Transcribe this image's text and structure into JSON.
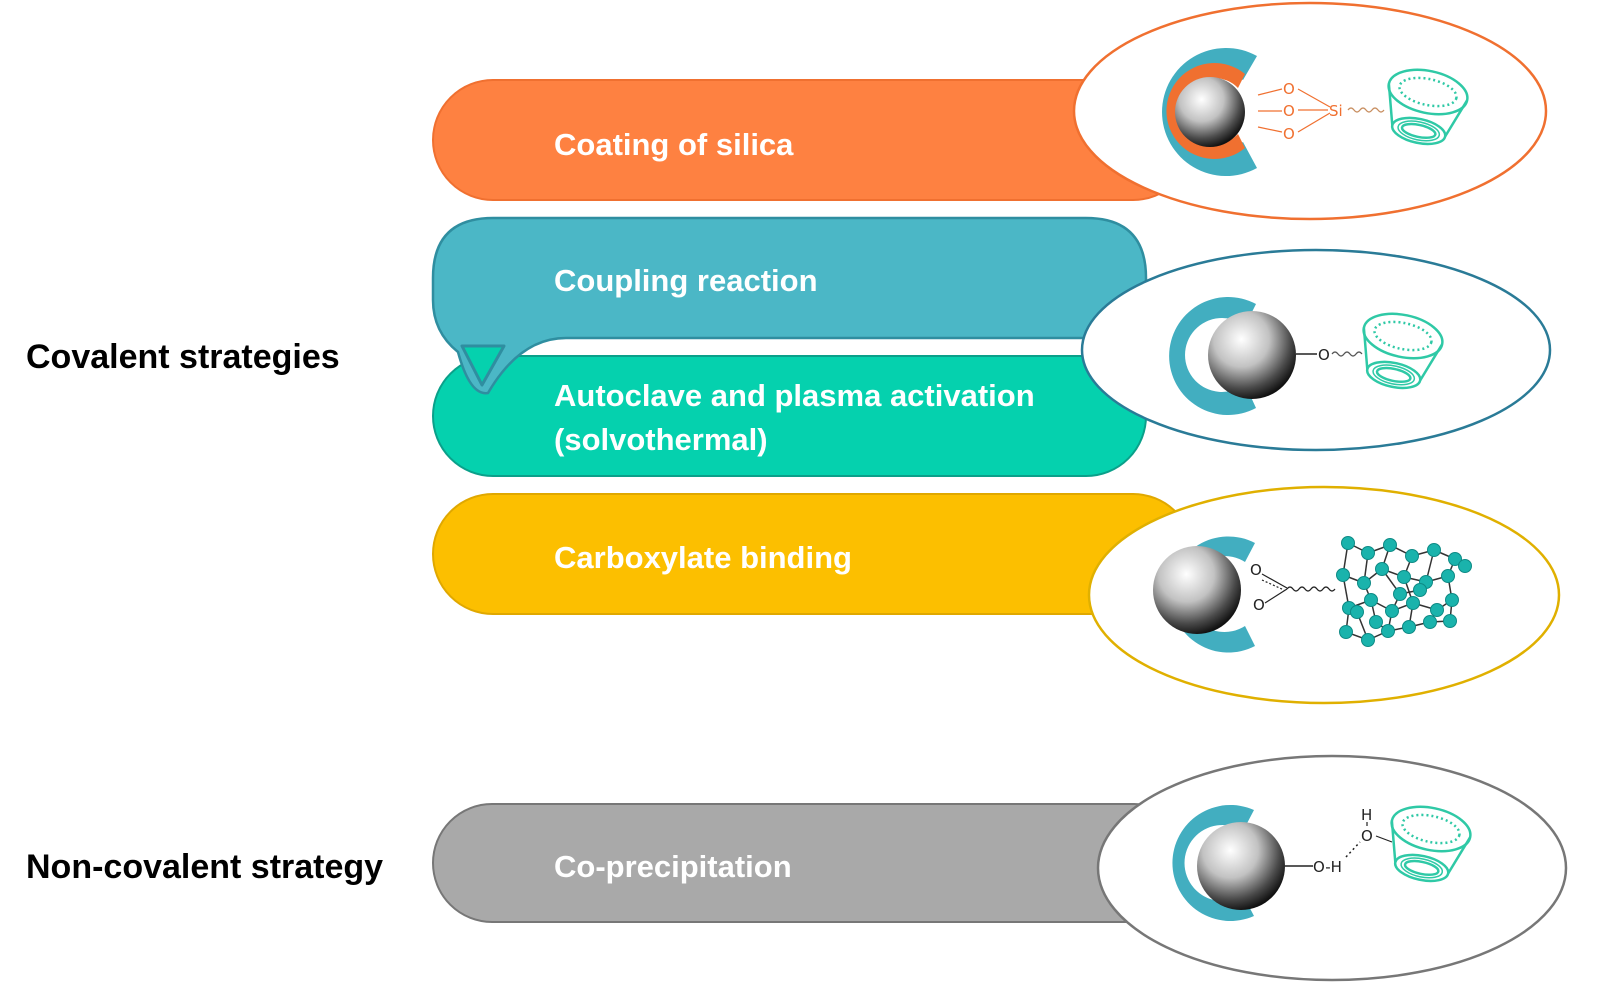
{
  "groups": {
    "covalent": "Covalent strategies",
    "noncovalent": "Non-covalent strategy"
  },
  "strategies": [
    {
      "label": "Coating of silica",
      "color": "#fe8141",
      "border": "#f07030"
    },
    {
      "label": "Coupling reaction",
      "color": "#4bb7c6",
      "border": "#2f8ea0"
    },
    {
      "label_line1": "Autoclave and plasma activation",
      "label_line2": "(solvothermal)",
      "color": "#05d1ae",
      "border": "#0aa08a"
    },
    {
      "label": "Carboxylate binding",
      "color": "#fcbf00",
      "border": "#e0a800"
    },
    {
      "label": "Co-precipitation",
      "color": "#a9a9a9",
      "border": "#777777"
    }
  ],
  "chemistry": {
    "silica": {
      "o1": "O",
      "o2": "O",
      "o3": "O",
      "si": "Si"
    },
    "coupling": {
      "o": "O"
    },
    "carboxylate": {
      "o1": "O",
      "o2": "O"
    },
    "coprecip": {
      "h_top": "H",
      "o_top": "O",
      "oh": "O-H"
    }
  },
  "colors": {
    "shell": "#42aec0",
    "silica_layer": "#f07030",
    "cyclodextrin": "#2fc9a6",
    "polymer": "#1ab3ac",
    "ellipse_orange": "#f07030",
    "ellipse_blue": "#2a7b97",
    "ellipse_yellow": "#e0b000",
    "ellipse_gray": "#777777"
  },
  "icons": [
    "nanoparticle-icon",
    "cyclodextrin-icon",
    "polymer-network-icon"
  ]
}
